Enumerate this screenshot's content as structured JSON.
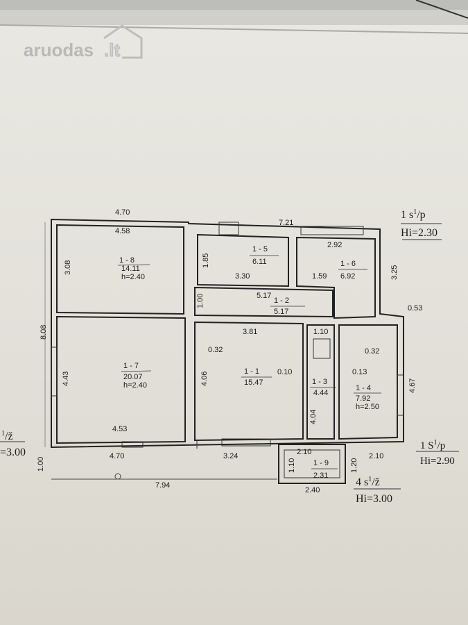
{
  "watermark": {
    "text": "aruodas",
    "suffix": ".lt"
  },
  "labels": {
    "top_left_width": "4.70",
    "top_right_width": "7.21",
    "right_note_top": "1 s",
    "right_note_top_sup": "1",
    "right_note_top_after": "/p",
    "right_hi_top": "Hi=2.30",
    "right_note_mid": "1 S",
    "right_note_mid_sup": "1",
    "right_note_mid_after": "/p",
    "right_hi_mid": "Hi=2.90",
    "bottom_note": "4 s",
    "bottom_note_sup": "1",
    "bottom_note_after": "/ž",
    "bottom_hi": "Hi=3.00",
    "left_note": "/ž",
    "left_note_sup": "1",
    "left_hi": "=3.00"
  },
  "rooms": {
    "r18": {
      "id": "1 - 8",
      "area": "14.11",
      "h": "h=2.40"
    },
    "r15": {
      "id": "1 - 5",
      "area": "6.11"
    },
    "r16": {
      "id": "1 - 6",
      "area": "6.92"
    },
    "r12": {
      "id": "1 - 2",
      "area": "5.17"
    },
    "r17": {
      "id": "1 - 7",
      "area": "20.07",
      "h": "h=2.40"
    },
    "r11": {
      "id": "1 - 1",
      "area": "15.47"
    },
    "r13": {
      "id": "1 - 3",
      "area": "4.44"
    },
    "r14": {
      "id": "1 - 4",
      "area": "7.92",
      "h": "h=2.50"
    },
    "r19": {
      "id": "1 - 9",
      "area": "2.31"
    }
  },
  "dimensions": {
    "d458": "4.58",
    "d308": "3.08",
    "d185": "1.85",
    "d330": "3.30",
    "d292": "2.92",
    "d159": "1.59",
    "d325": "3.25",
    "d517": "5.17",
    "d100a": "1.00",
    "d053": "0.53",
    "d808": "8.08",
    "d381": "3.81",
    "d110a": "1.10",
    "d032a": "0.32",
    "d443": "4.43",
    "d406": "4.06",
    "d010": "0.10",
    "d013": "0.13",
    "d032b": "0.32",
    "d467": "4.67",
    "d404": "4.04",
    "d453": "4.53",
    "d470b": "4.70",
    "d324": "3.24",
    "d210a": "2.10",
    "d120": "1.20",
    "d210b": "2.10",
    "d110b": "1.10",
    "d100b": "1.00",
    "d794": "7.94",
    "d240": "2.40"
  }
}
